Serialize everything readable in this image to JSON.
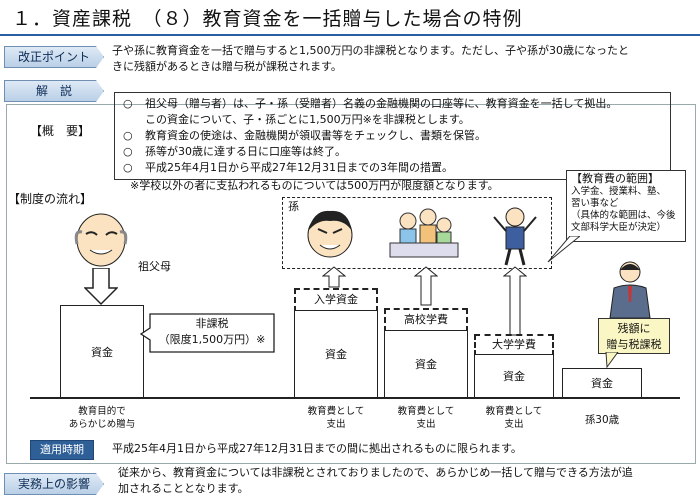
{
  "title": "１．資産課税　（８）教育資金を一括贈与した場合の特例",
  "kaisei": {
    "tag": "改正ポイント",
    "line1": "子や孫に教育資金を一括で贈与すると1,500万円の非課税となります。ただし、子や孫が30歳になったと",
    "line2": "きに残額があるときは贈与税が課税されます。"
  },
  "kaisetsu": {
    "tag": "解　説"
  },
  "gaiyo": {
    "label": "【概　要】",
    "items": [
      "祖父母（贈与者）は、子・孫（受贈者）名義の金融機関の口座等に、教育資金を一括して拠出。",
      "この資金について、子・孫ごとに1,500万円※を非課税とします。",
      "教育資金の使途は、金融機関が領収書等をチェックし、書類を保管。",
      "孫等が30歳に達する日に口座等は終了。",
      "平成25年4月1日から平成27年12月31日までの3年間の措置。"
    ],
    "bullet": "○",
    "note": "※学校以外の者に支払われるものについては500万円が限度額となります。"
  },
  "flow": {
    "label": "【制度の流れ】",
    "grandparent": "祖父母",
    "grandchild": "孫",
    "fund": "資金",
    "hikazei_line1": "非課税",
    "hikazei_line2": "（限度1,500万円）※",
    "stages": [
      "入学資金",
      "高校学費",
      "大学学費"
    ],
    "captions": {
      "c1a": "教育目的で",
      "c1b": "あらかじめ贈与",
      "c2a": "教育費として",
      "c2b": "支出",
      "c5": "孫30歳"
    },
    "zankaku_line1": "残額に",
    "zankaku_line2": "贈与税課税"
  },
  "kyoikuhi": {
    "title": "【教育費の範囲】",
    "lines": [
      "入学金、授業料、塾、",
      "習い事など",
      "（具体的な範囲は、今後",
      "文部科学大臣が決定）"
    ]
  },
  "tekiyo": {
    "tag": "適用時期",
    "text": "平成25年4月1日から平成27年12月31日までの間に拠出されるものに限られます。"
  },
  "jitsumu": {
    "tag": "実務上の影響",
    "line1": "従来から、教育資金については非課税とされておりましたので、あらかじめ一括して贈与できる方法が追",
    "line2": "加されることとなります。"
  },
  "colors": {
    "accent": "#2b5fa5",
    "tag_fill": "#b9cfe6",
    "note_fill": "#fbf7c4"
  }
}
